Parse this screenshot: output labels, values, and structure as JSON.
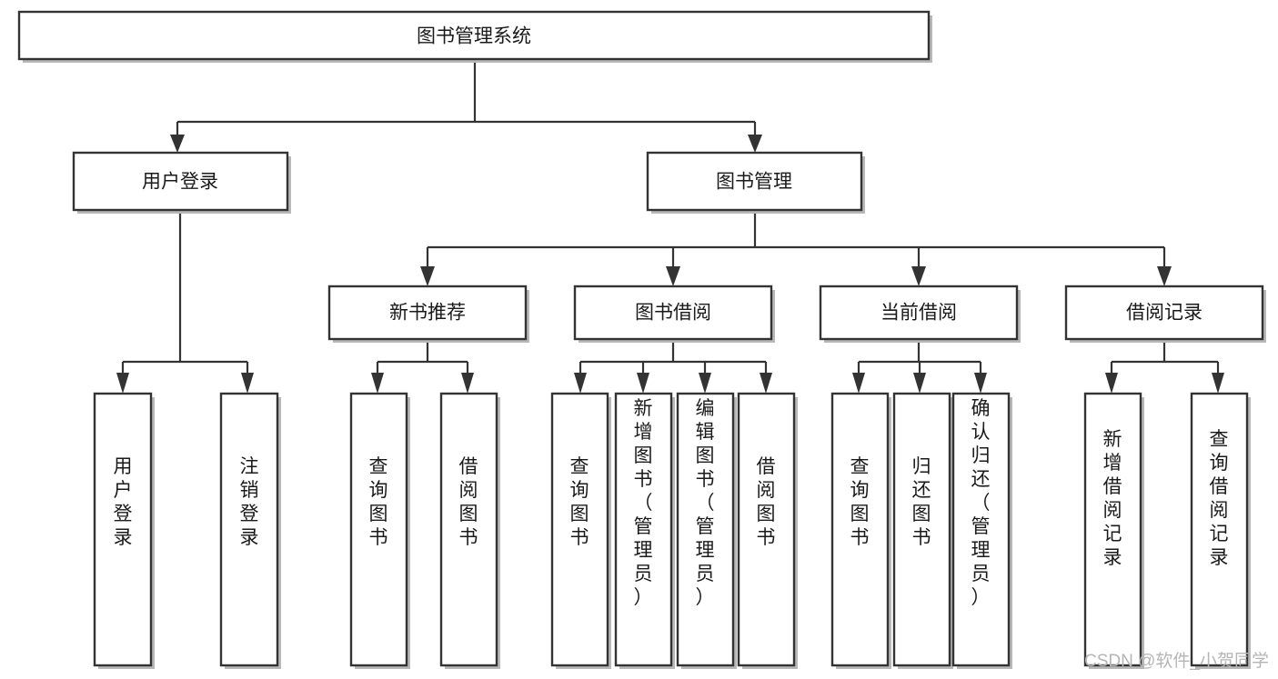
{
  "diagram": {
    "type": "tree-hierarchy",
    "title": "图书管理系统",
    "orientation": "top-down",
    "nodes": {
      "root": {
        "label": "图书管理系统",
        "level": 0,
        "text_orientation": "horizontal"
      },
      "l1": [
        {
          "id": "user-login",
          "label": "用户登录",
          "text_orientation": "horizontal"
        },
        {
          "id": "book-manage",
          "label": "图书管理",
          "text_orientation": "horizontal"
        }
      ],
      "l2": [
        {
          "id": "new-book-rec",
          "label": "新书推荐",
          "parent": "book-manage",
          "text_orientation": "horizontal"
        },
        {
          "id": "book-borrow",
          "label": "图书借阅",
          "parent": "book-manage",
          "text_orientation": "horizontal"
        },
        {
          "id": "current-borrow",
          "label": "当前借阅",
          "parent": "book-manage",
          "text_orientation": "horizontal"
        },
        {
          "id": "borrow-record",
          "label": "借阅记录",
          "parent": "book-manage",
          "text_orientation": "horizontal"
        }
      ],
      "leaves": [
        {
          "id": "leaf-user-login",
          "label": "用户登录",
          "parent": "user-login",
          "text_orientation": "vertical"
        },
        {
          "id": "leaf-user-logout",
          "label": "注销登录",
          "parent": "user-login",
          "text_orientation": "vertical"
        },
        {
          "id": "leaf-query-book-1",
          "label": "查询图书",
          "parent": "new-book-rec",
          "text_orientation": "vertical"
        },
        {
          "id": "leaf-borrow-book-1",
          "label": "借阅图书",
          "parent": "new-book-rec",
          "text_orientation": "vertical"
        },
        {
          "id": "leaf-query-book-2",
          "label": "查询图书",
          "parent": "book-borrow",
          "text_orientation": "vertical"
        },
        {
          "id": "leaf-add-book",
          "label": "新增图书（管理员）",
          "parent": "book-borrow",
          "text_orientation": "vertical"
        },
        {
          "id": "leaf-edit-book",
          "label": "编辑图书（管理员）",
          "parent": "book-borrow",
          "text_orientation": "vertical"
        },
        {
          "id": "leaf-borrow-book-2",
          "label": "借阅图书",
          "parent": "book-borrow",
          "text_orientation": "vertical"
        },
        {
          "id": "leaf-query-book-3",
          "label": "查询图书",
          "parent": "current-borrow",
          "text_orientation": "vertical"
        },
        {
          "id": "leaf-return-book",
          "label": "归还图书",
          "parent": "current-borrow",
          "text_orientation": "vertical"
        },
        {
          "id": "leaf-confirm-return",
          "label": "确认归还（管理员）",
          "parent": "current-borrow",
          "text_orientation": "vertical"
        },
        {
          "id": "leaf-add-record",
          "label": "新增借阅记录",
          "parent": "borrow-record",
          "text_orientation": "vertical"
        },
        {
          "id": "leaf-query-record",
          "label": "查询借阅记录",
          "parent": "borrow-record",
          "text_orientation": "vertical"
        }
      ]
    },
    "colors": {
      "background": "#ffffff",
      "box_fill": "#ffffff",
      "box_stroke": "#333333",
      "connector": "#333333",
      "label": "#1a1a1a",
      "watermark": "#b5b5b5"
    }
  },
  "watermark": {
    "text": "CSDN @软件_小贺同学"
  }
}
